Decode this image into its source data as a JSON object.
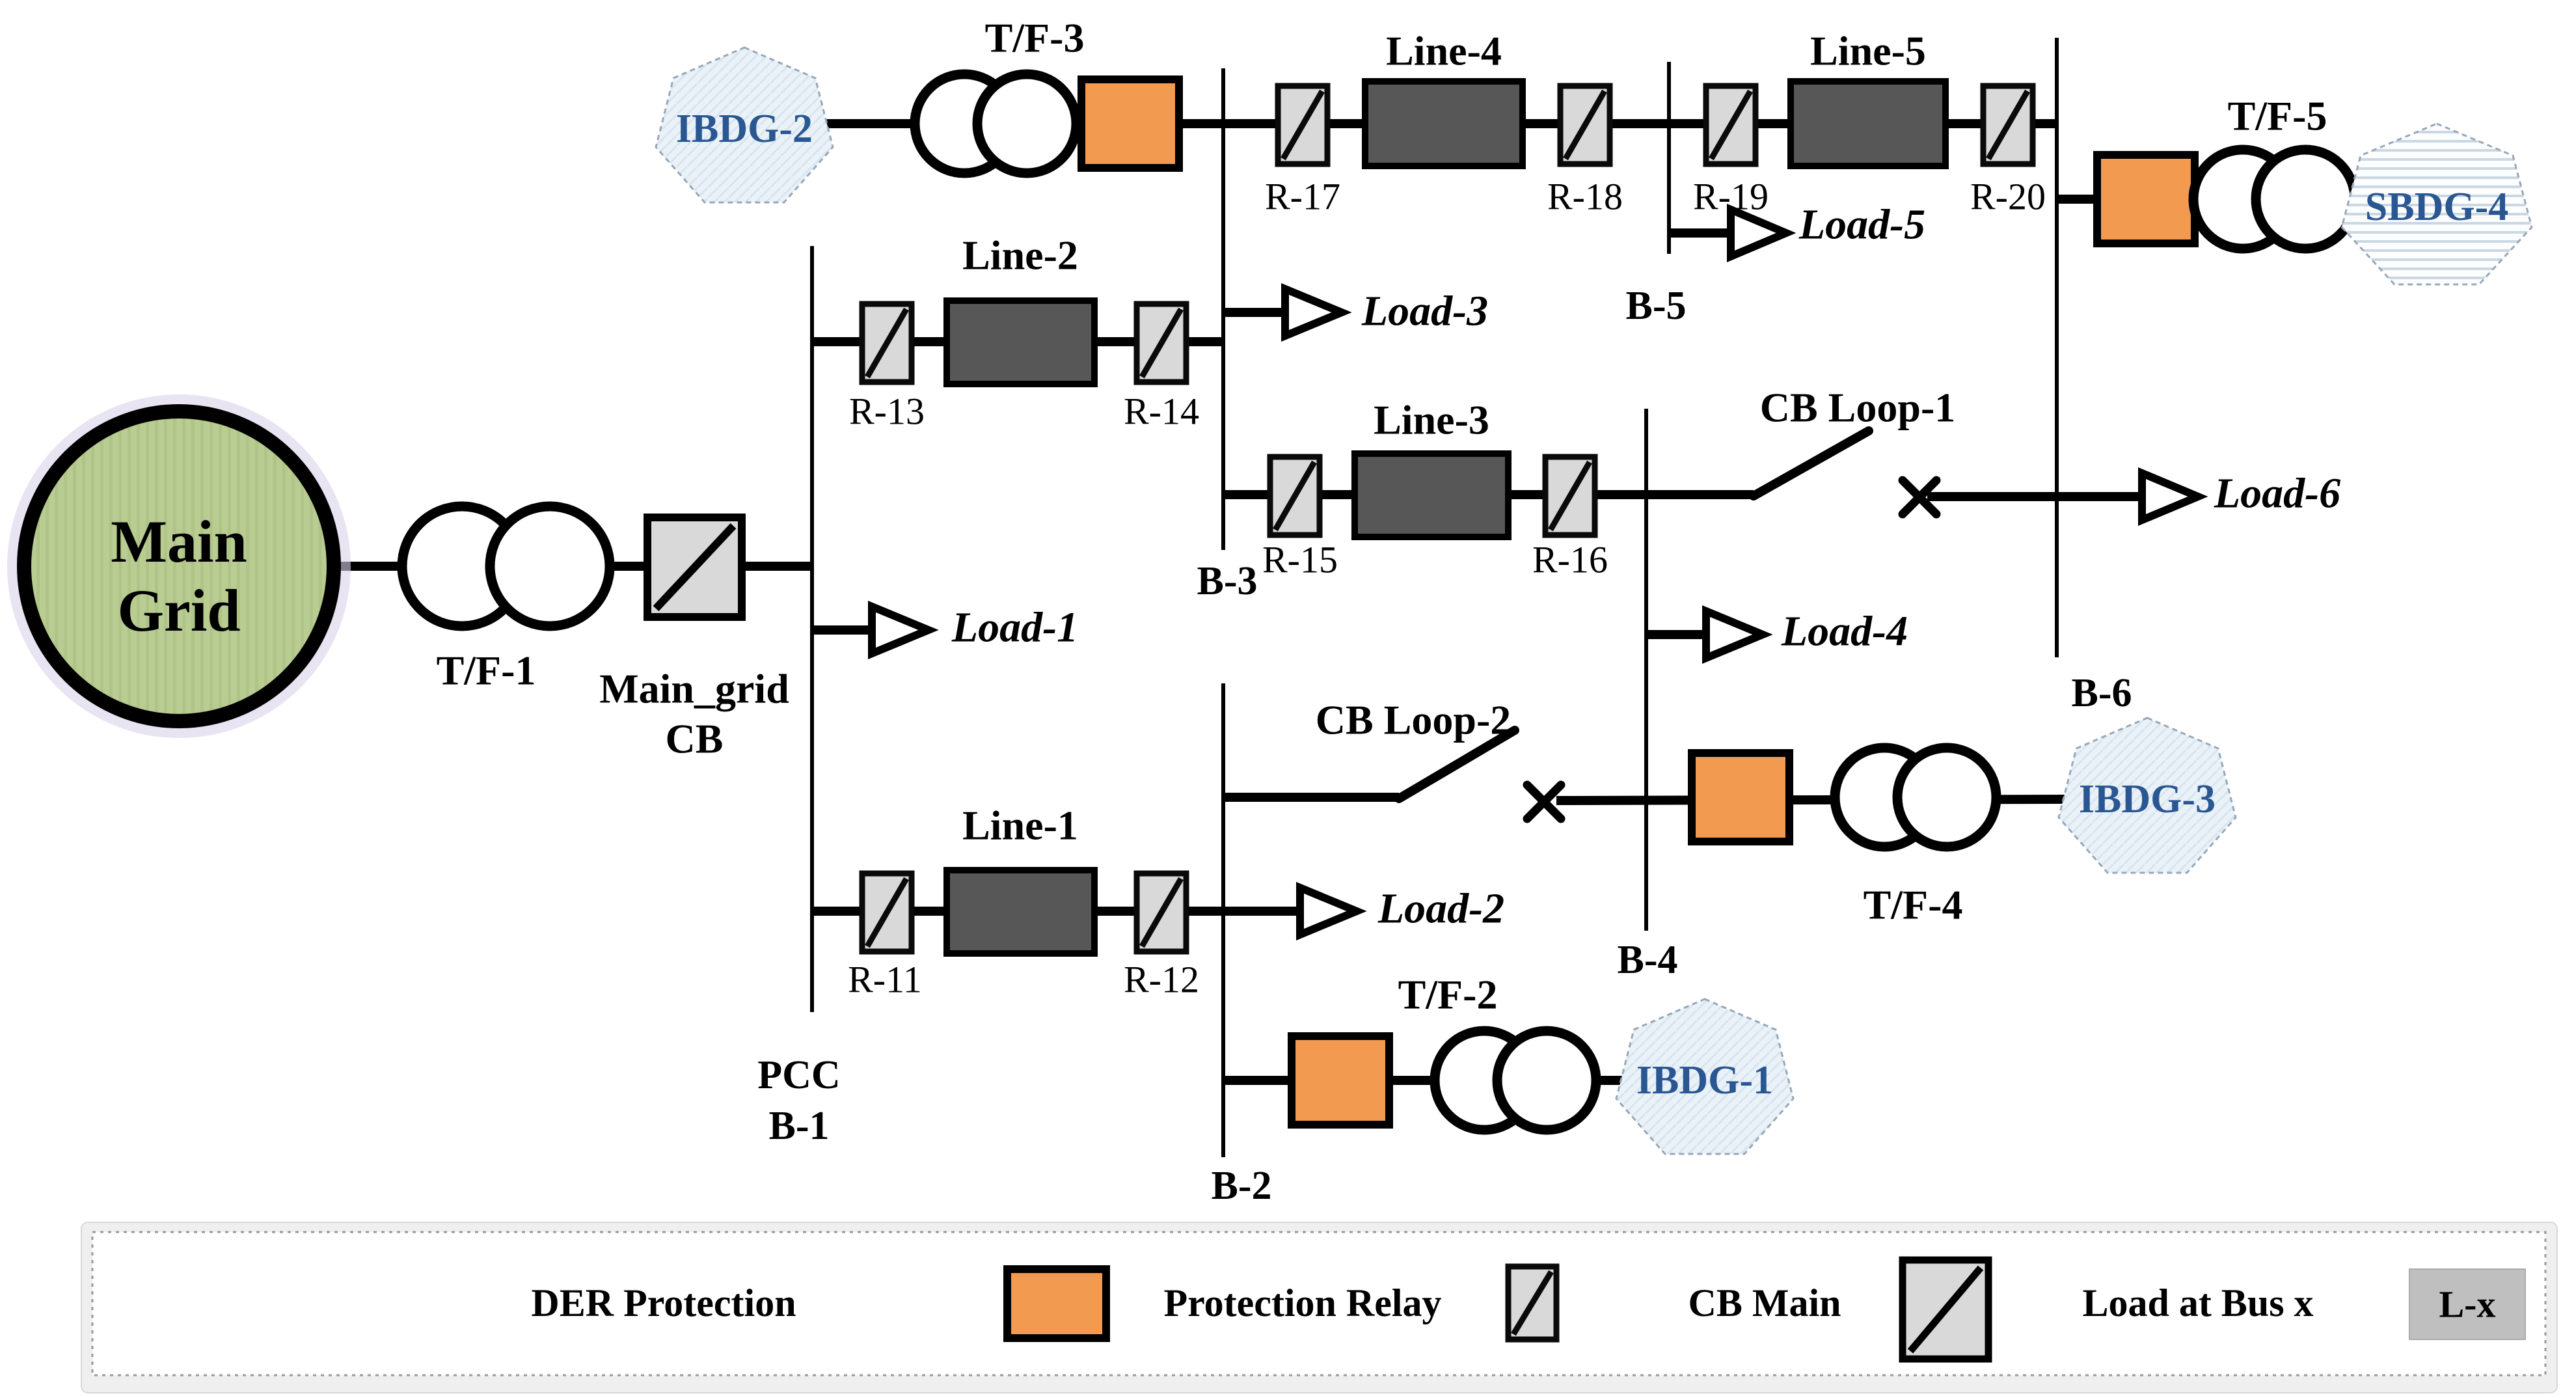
{
  "source": {
    "line1": "Main",
    "line2": "Grid"
  },
  "transformers": {
    "tf1": "T/F-1",
    "tf2": "T/F-2",
    "tf3": "T/F-3",
    "tf4": "T/F-4",
    "tf5": "T/F-5"
  },
  "main_cb": {
    "line1": "Main_grid",
    "line2": "CB"
  },
  "buses": {
    "b1_sub": "PCC",
    "b1": "B-1",
    "b2": "B-2",
    "b3": "B-3",
    "b4": "B-4",
    "b5": "B-5",
    "b6": "B-6"
  },
  "lines": {
    "line1": "Line-1",
    "line2": "Line-2",
    "line3": "Line-3",
    "line4": "Line-4",
    "line5": "Line-5"
  },
  "relays": {
    "r11": "R-11",
    "r12": "R-12",
    "r13": "R-13",
    "r14": "R-14",
    "r15": "R-15",
    "r16": "R-16",
    "r17": "R-17",
    "r18": "R-18",
    "r19": "R-19",
    "r20": "R-20"
  },
  "loads": {
    "load1": "Load-1",
    "load2": "Load-2",
    "load3": "Load-3",
    "load4": "Load-4",
    "load5": "Load-5",
    "load6": "Load-6"
  },
  "cb_loops": {
    "loop1": "CB Loop-1",
    "loop2": "CB Loop-2"
  },
  "dgs": {
    "ibdg1": "IBDG-1",
    "ibdg2": "IBDG-2",
    "ibdg3": "IBDG-3",
    "sbdg4": "SBDG-4"
  },
  "legend": {
    "der": "DER Protection",
    "relay": "Protection Relay",
    "cb_main": "CB Main",
    "load": "Load at Bus x",
    "load_symbol": "L-x"
  },
  "colors": {
    "der_protection": "#F29A50",
    "line_box": "#575757",
    "relay_fill": "#D9D9D9",
    "main_grid_fill": "#B7CB90",
    "dg_fill": "#EAF2F8",
    "dg_text": "#2A5792",
    "load_box_fill": "#BFBFBF"
  }
}
